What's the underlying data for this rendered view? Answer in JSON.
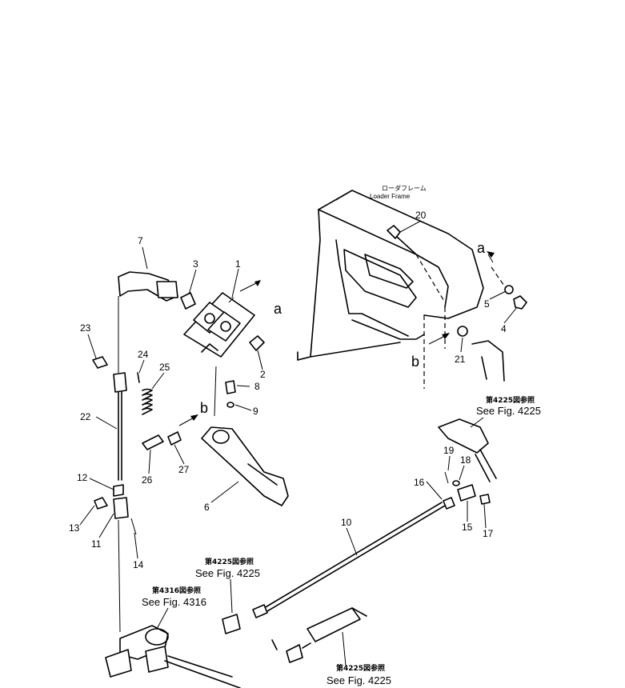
{
  "frame_label": {
    "jp": "ローダフレーム",
    "en": "Loader Frame"
  },
  "refs": [
    {
      "jp": "第4225図参照",
      "en": "See Fig. 4225"
    },
    {
      "jp": "第4225図参照",
      "en": "See Fig. 4225"
    },
    {
      "jp": "第4316図参照",
      "en": "See Fig. 4316"
    },
    {
      "jp": "第4225図参照",
      "en": "See Fig. 4225"
    }
  ],
  "letters": {
    "a": "a",
    "b": "b"
  },
  "parts": [
    "1",
    "2",
    "3",
    "4",
    "5",
    "6",
    "7",
    "8",
    "9",
    "10",
    "11",
    "12",
    "13",
    "14",
    "15",
    "16",
    "17",
    "18",
    "19",
    "20",
    "21",
    "22",
    "23",
    "24",
    "25",
    "26",
    "27"
  ]
}
